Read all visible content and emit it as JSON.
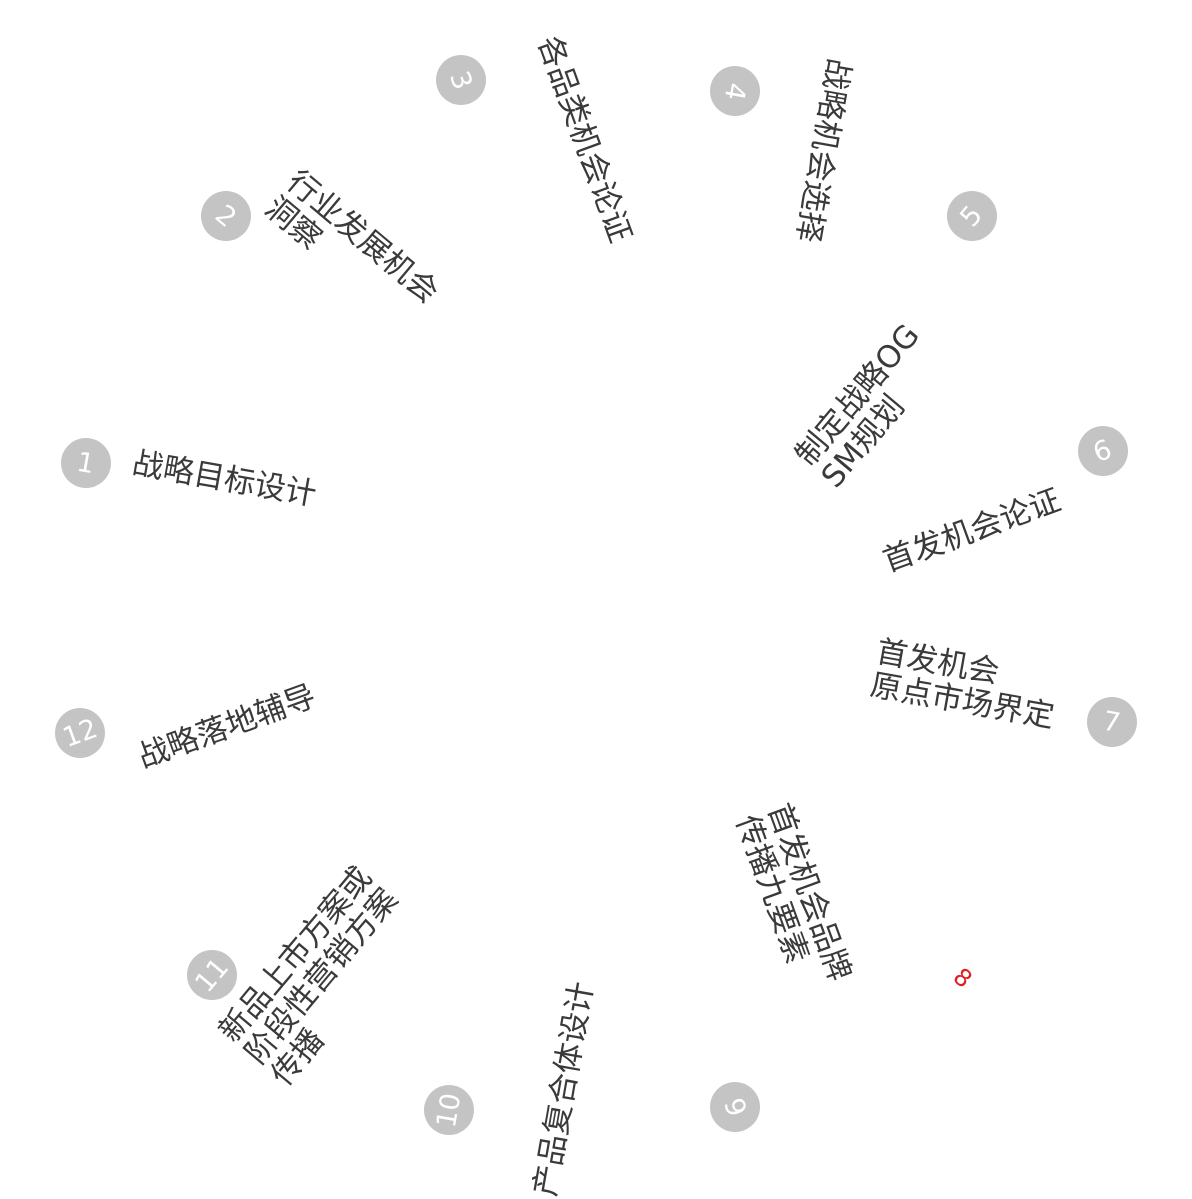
{
  "colors": {
    "badge": "#c4c4c4",
    "badge_text": "#ffffff",
    "label": "#3a3a3a",
    "marker": "#e02020"
  },
  "steps": [
    {
      "num": "1",
      "lines": [
        "战略目标设计"
      ]
    },
    {
      "num": "2",
      "lines": [
        "行业发展机会",
        "洞察"
      ]
    },
    {
      "num": "3",
      "lines": [
        "各品类机会论证"
      ]
    },
    {
      "num": "4",
      "lines": [
        "战略机会选择"
      ]
    },
    {
      "num": "5",
      "lines": [
        "制定战略OG",
        "SM规划"
      ]
    },
    {
      "num": "6",
      "lines": [
        "首发机会论证"
      ]
    },
    {
      "num": "7",
      "lines": [
        "首发机会",
        "原点市场界定"
      ]
    },
    {
      "num": "8",
      "lines": []
    },
    {
      "num": "9",
      "lines": [
        "首发机会品牌",
        "传播九要素"
      ]
    },
    {
      "num": "10",
      "lines": [
        "产品复合体设计"
      ]
    },
    {
      "num": "11",
      "lines": [
        "新品上市方案或",
        "阶段性营销方案",
        "传播"
      ]
    },
    {
      "num": "12",
      "lines": [
        "战略落地辅导"
      ]
    }
  ]
}
